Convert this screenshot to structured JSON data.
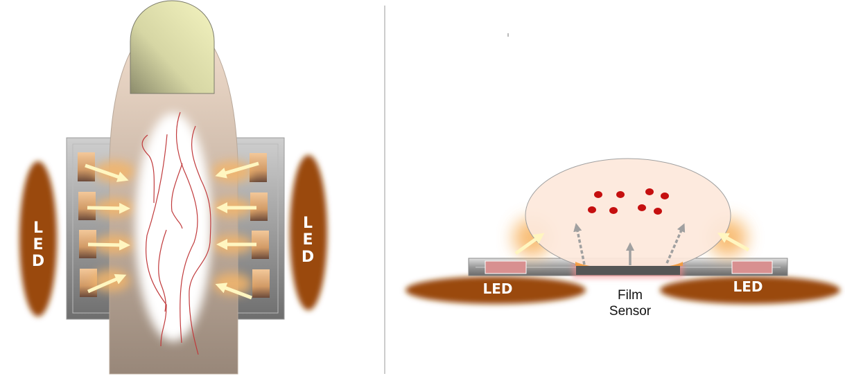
{
  "left_diagram": {
    "led_left_letters": [
      "L",
      "E",
      "D"
    ],
    "led_right_letters": [
      "L",
      "E",
      "D"
    ]
  },
  "right_diagram": {
    "led_left_label": "LED",
    "led_right_label": "LED",
    "sensor_label_line1": "Film",
    "sensor_label_line2": "Sensor"
  },
  "colors": {
    "led": "#9a4a0c",
    "skin": "#ecd6c4",
    "nail": "#e8e8b4",
    "vein": "#c0393b",
    "arrow": "#fff6c0",
    "blood_cell": "#c50f0f",
    "sensor": "#555555"
  }
}
